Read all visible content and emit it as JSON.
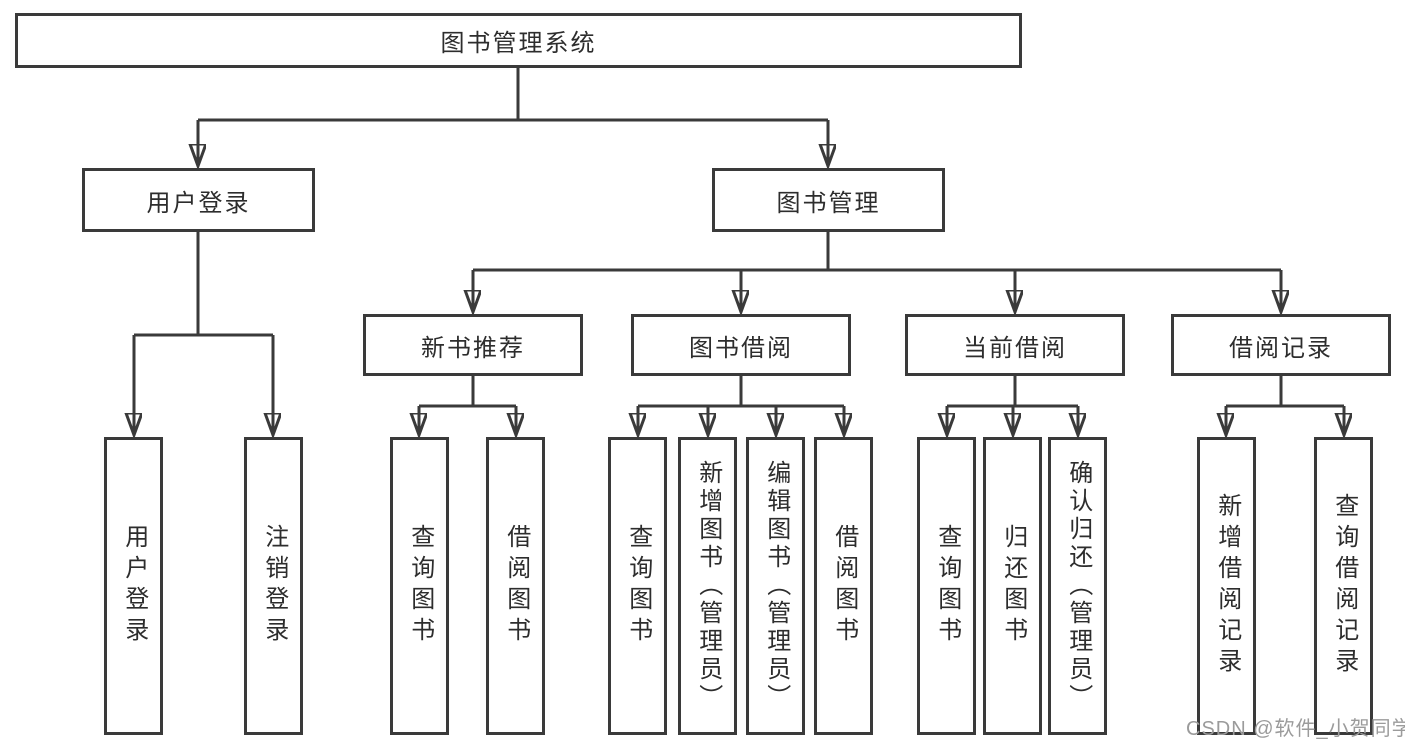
{
  "diagram": {
    "title": "图书管理系统",
    "branches": {
      "user_login": {
        "label": "用户登录",
        "children": {
          "login": "用户登录",
          "logout": "注销登录"
        }
      },
      "book_management": {
        "label": "图书管理",
        "modules": {
          "new_book_recommend": {
            "label": "新书推荐",
            "children": {
              "query_books": "查询图书",
              "borrow_books": "借阅图书"
            }
          },
          "book_borrowing": {
            "label": "图书借阅",
            "children": {
              "query_books": "查询图书",
              "add_books_admin": "新增图书（管理员）",
              "edit_books_admin": "编辑图书（管理员）",
              "borrow_books": "借阅图书"
            }
          },
          "current_borrowing": {
            "label": "当前借阅",
            "children": {
              "query_books": "查询图书",
              "return_books": "归还图书",
              "confirm_return_admin": "确认归还（管理员）"
            }
          },
          "borrowing_records": {
            "label": "借阅记录",
            "children": {
              "add_borrow_record": "新增借阅记录",
              "query_borrow_record": "查询借阅记录"
            }
          }
        }
      }
    }
  },
  "watermark": "CSDN @软件_小贺同学",
  "colors": {
    "line": "#3a3a3a",
    "text": "#2d2d2d",
    "box_background": "#ffffff",
    "page_background": "#ffffff",
    "watermark": "#9b9b9b"
  }
}
